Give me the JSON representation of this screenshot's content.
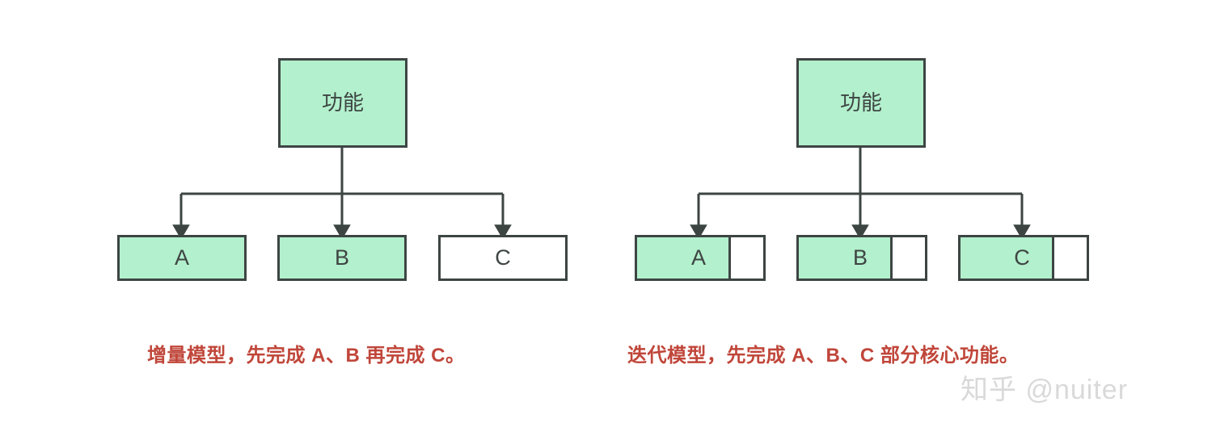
{
  "colors": {
    "box_fill_green": "#b3f0cd",
    "box_fill_white": "#ffffff",
    "box_stroke": "#3d4543",
    "connector": "#3d4543",
    "text": "#3d4543",
    "caption": "#c0463a",
    "watermark": "#d9d9d9",
    "background": "#ffffff"
  },
  "diagrams": [
    {
      "id": "incremental-model",
      "root": {
        "label": "功能",
        "fill": "green"
      },
      "children": [
        {
          "label": "A",
          "fill": "green",
          "split": false
        },
        {
          "label": "B",
          "fill": "green",
          "split": false
        },
        {
          "label": "C",
          "fill": "white",
          "split": false
        }
      ],
      "caption": "增量模型，先完成 A、B 再完成 C。"
    },
    {
      "id": "iterative-model",
      "root": {
        "label": "功能",
        "fill": "green"
      },
      "children": [
        {
          "label": "A",
          "fill": "green",
          "split": true
        },
        {
          "label": "B",
          "fill": "green",
          "split": true
        },
        {
          "label": "C",
          "fill": "green",
          "split": true
        }
      ],
      "caption": "迭代模型，先完成 A、B、C 部分核心功能。"
    }
  ],
  "watermark": "知乎 @nuiter"
}
